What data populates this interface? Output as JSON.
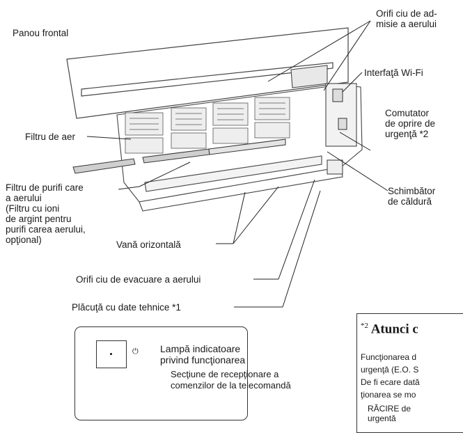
{
  "labels": {
    "front_panel": "Panou frontal",
    "air_intake": "Orifi ciu de ad-\nmisie a aerului",
    "wifi": "Interfaţă Wi-Fi",
    "emergency_switch": "Comutator\nde oprire de\nurgenţă *2",
    "air_filter": "Filtru de aer",
    "purifier_filter": "Filtru de purifi care\na aerului\n(Filtru cu ioni\nde argint pentru\npurifi carea aerului,\nopţional)",
    "heat_exchanger": "Schimbător\nde căldură",
    "horizontal_vane": "Vană orizontală",
    "air_outlet": "Orifi ciu de evacuare a aerului",
    "nameplate": "Plăcuţă cu date tehnice *1"
  },
  "inset": {
    "lamp_label": "Lampă indicatoare\nprivind funcţionarea",
    "receiver_label": "Secţiune de recepţionare a\ncomenzilor de la telecomandă",
    "power_symbol": "⏻"
  },
  "note": {
    "marker": "*2",
    "title": "Atunci c",
    "body": "Funcţionarea d\nurgenţă (E.O. S\nDe fi ecare dată\nţionarea se mo",
    "sub": "RĂCIRE de\nurgentă"
  }
}
